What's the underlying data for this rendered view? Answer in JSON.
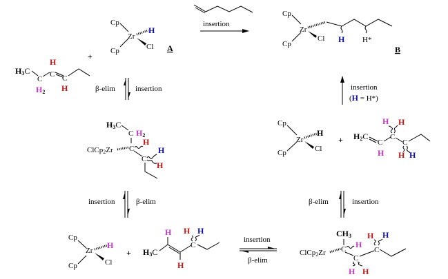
{
  "colors": {
    "red": "#cc1111",
    "blue": "#0a0ac0",
    "magenta": "#cc33cc"
  },
  "catalyst_A": {
    "cp1": "Cp",
    "cp2": "Cp",
    "zr": "Zr",
    "h": "H",
    "cl": "Cl",
    "label": "A"
  },
  "plus": "+",
  "hexene_isomer_top": {
    "h3c": [
      "H",
      "3",
      "C"
    ],
    "c1": "C",
    "h2": [
      "H",
      "2"
    ],
    "c2": "C",
    "h_up": "H",
    "c3": "C",
    "h_down": "H"
  },
  "top_arrow": {
    "label": "insertion"
  },
  "product_B": {
    "cp1": "Cp",
    "cp2": "Cp",
    "zr": "Zr",
    "cl": "Cl",
    "h_blue": "H",
    "h_star": "H*",
    "label": "B"
  },
  "right_up_arrow": {
    "label": "insertion",
    "note_open": "(",
    "note_h": "H",
    "note_rest": " = H*)"
  },
  "left_upper_eq": {
    "left": "β-elim",
    "right": "insertion"
  },
  "alkyl_left": {
    "h3c": [
      "H",
      "3",
      "C"
    ],
    "c": "C",
    "h2": [
      "H",
      "2"
    ],
    "zr": [
      "ClCp",
      "2",
      "Zr"
    ],
    "c_a": "C",
    "h_a": "H",
    "c_b": "C",
    "h_b_blue": "H",
    "h_b_red": "H"
  },
  "right_middle": {
    "cp1": "Cp",
    "cp2": "Cp",
    "zr": "Zr",
    "h": "H",
    "cl": "Cl",
    "h2c": [
      "H",
      "2",
      "C"
    ],
    "c1": "C",
    "h1": "H",
    "c2": "C",
    "h2a": "H",
    "h2b": "H",
    "c3": "C",
    "h3a": "H",
    "h3b": "H"
  },
  "left_lower_eq": {
    "left": "insertion",
    "right": "β-elim"
  },
  "right_lower_eq": {
    "left": "β-elim",
    "right": "insertion"
  },
  "bottom_left": {
    "cp1": "Cp",
    "cp2": "Cp",
    "zr": "Zr",
    "h": "H",
    "cl": "Cl",
    "h3c": [
      "H",
      "3",
      "C"
    ],
    "h_top": "H",
    "h_bot": "H",
    "c": "C",
    "h_red": "H",
    "h_blue": "H"
  },
  "bottom_eq": {
    "top": "insertion",
    "bottom": "β-elim"
  },
  "bottom_right": {
    "ch3": [
      "CH",
      "3"
    ],
    "zr": [
      "ClCp",
      "2",
      "Zr"
    ],
    "c1": "C",
    "h1": "H",
    "c2": "C",
    "h2a": "H",
    "h2b": "H",
    "c3": "C",
    "h3a": "H",
    "h3b": "H"
  }
}
